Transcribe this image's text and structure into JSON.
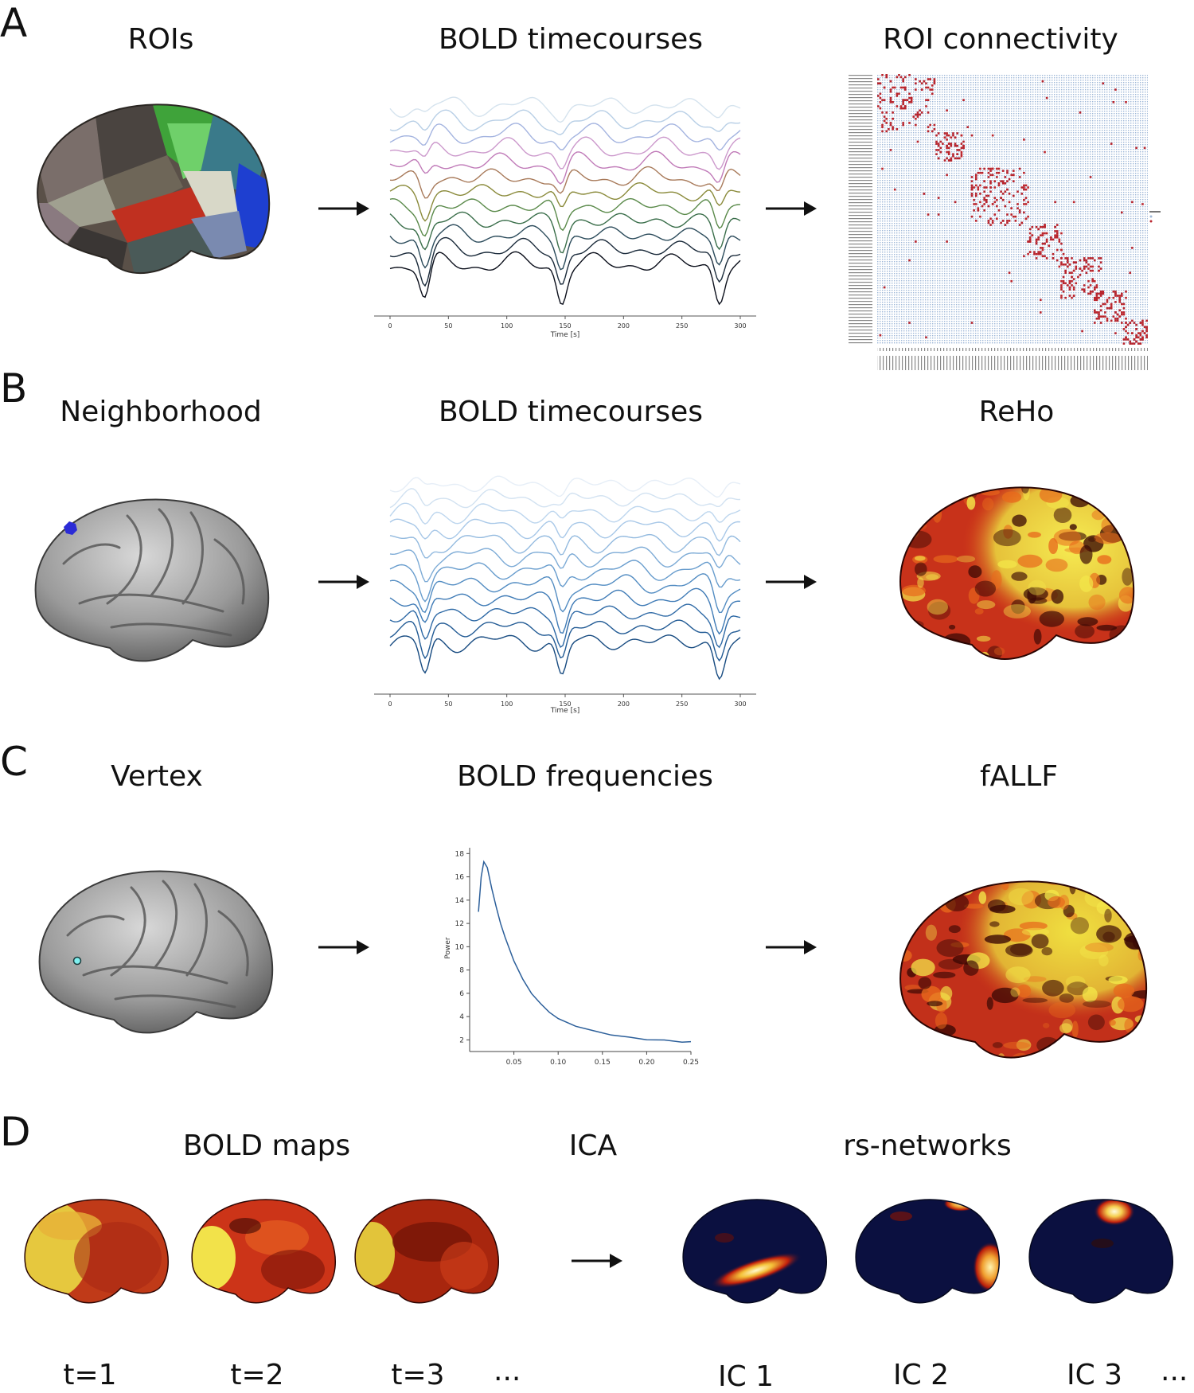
{
  "panels": {
    "A": {
      "letter": "A",
      "titles": [
        "ROIs",
        "BOLD timecourses",
        "ROI connectivity"
      ],
      "x_ticks": [
        "0",
        "50",
        "100",
        "150",
        "200",
        "250",
        "300"
      ],
      "x_axis_label": "Time [s]"
    },
    "B": {
      "letter": "B",
      "titles": [
        "Neighborhood",
        "BOLD timecourses",
        "ReHo"
      ],
      "x_ticks": [
        "0",
        "50",
        "100",
        "150",
        "200",
        "250",
        "300"
      ],
      "x_axis_label": "Time [s]"
    },
    "C": {
      "letter": "C",
      "titles": [
        "Vertex",
        "BOLD frequencies",
        "fALLF"
      ],
      "x_ticks": [
        "0.05",
        "0.10",
        "0.15",
        "0.20",
        "0.25"
      ],
      "y_ticks": [
        "2",
        "4",
        "6",
        "8",
        "10",
        "12",
        "14",
        "16",
        "18"
      ],
      "y_axis_label": "Power"
    },
    "D": {
      "letter": "D",
      "titles": [
        "BOLD maps",
        "ICA",
        "rs-networks"
      ],
      "time_labels": [
        "t=1",
        "t=2",
        "t=3"
      ],
      "ic_labels": [
        "IC 1",
        "IC 2",
        "IC 3"
      ],
      "ellipsis": "..."
    }
  },
  "colors": {
    "arrow": "#111111",
    "neighborhood_marker": "#2b2bd6",
    "vertex_marker": "#7ff0f0",
    "heat_hot": "#f4e84a",
    "heat_mid": "#d23a14",
    "heat_dark": "#3a0804",
    "ica_background": "#0b1040",
    "connectivity_marker": "#b8242c",
    "connectivity_grid": "#9fb8d8",
    "spectrum_line": "#2c5f9a"
  },
  "chart_data": [
    {
      "type": "line",
      "title": "BOLD timecourses",
      "xlabel": "Time [s]",
      "ylabel": "",
      "xlim": [
        0,
        300
      ],
      "series_count": 12,
      "series_colors": [
        "#d5e3ee",
        "#b8cfe6",
        "#a4b4e0",
        "#cc99cc",
        "#c07ab8",
        "#a87a5a",
        "#8a8a3a",
        "#5a8a4a",
        "#3a6e4a",
        "#2a4a5a",
        "#1a2a3a",
        "#0a0e1a"
      ]
    },
    {
      "type": "line",
      "title": "BOLD timecourses",
      "xlabel": "Time [s]",
      "ylabel": "",
      "xlim": [
        0,
        300
      ],
      "series_count": 12,
      "series_colors": [
        "#e6eef7",
        "#d2e2f1",
        "#bdd6ee",
        "#a8c8e8",
        "#93badf",
        "#7dabd6",
        "#679ccd",
        "#528cc2",
        "#3f7bb6",
        "#2f6aa6",
        "#215a94",
        "#164a80"
      ]
    },
    {
      "type": "line",
      "title": "BOLD frequencies",
      "xlabel": "",
      "ylabel": "Power",
      "xlim": [
        0.0,
        0.25
      ],
      "ylim": [
        1,
        18.5
      ],
      "x": [
        0.01,
        0.013,
        0.016,
        0.02,
        0.025,
        0.03,
        0.035,
        0.04,
        0.05,
        0.06,
        0.07,
        0.08,
        0.09,
        0.1,
        0.12,
        0.14,
        0.16,
        0.18,
        0.2,
        0.22,
        0.24,
        0.25
      ],
      "y": [
        13.0,
        16.0,
        17.3,
        16.8,
        15.0,
        13.4,
        12.0,
        10.8,
        8.8,
        7.2,
        6.0,
        5.1,
        4.4,
        3.8,
        3.2,
        2.75,
        2.45,
        2.2,
        2.05,
        1.95,
        1.85,
        1.8
      ]
    }
  ]
}
